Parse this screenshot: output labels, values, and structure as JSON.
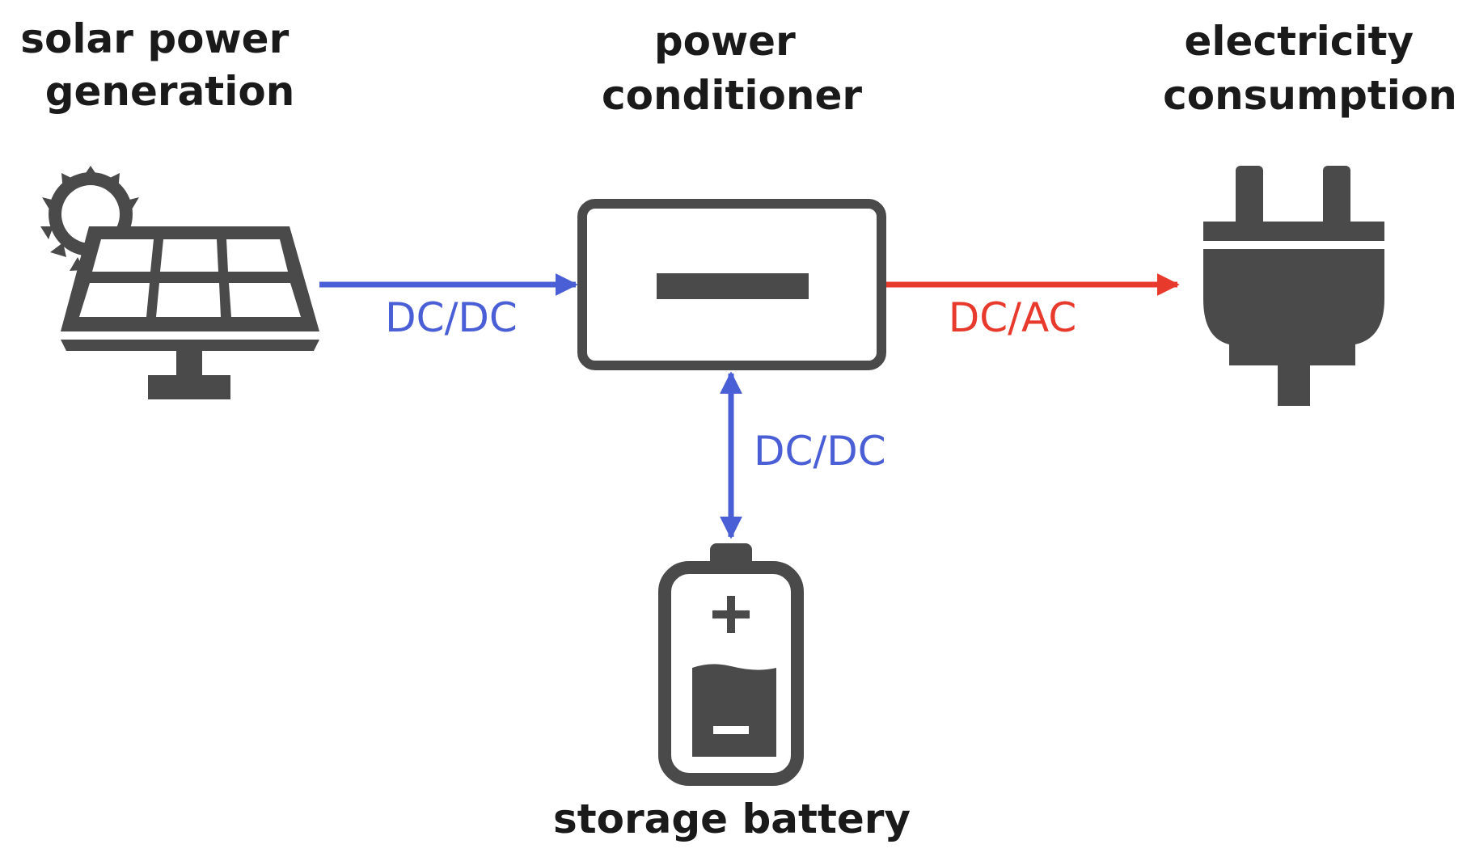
{
  "nodes": {
    "solar": {
      "label_line1": "solar power",
      "label_line2": "generation",
      "icon": "solar-panel-icon"
    },
    "conditioner": {
      "label_line1": "power",
      "label_line2": "conditioner",
      "icon": "power-conditioner-icon"
    },
    "consumption": {
      "label_line1": "electricity",
      "label_line2": "consumption",
      "icon": "power-plug-icon"
    },
    "battery": {
      "label": "storage battery",
      "icon": "battery-icon"
    }
  },
  "edges": {
    "solar_to_conditioner": {
      "label": "DC/DC",
      "color": "#4a5fd6"
    },
    "conditioner_to_consumption": {
      "label": "DC/AC",
      "color": "#e83a2c"
    },
    "conditioner_battery": {
      "label": "DC/DC",
      "color": "#4a5fd6"
    }
  },
  "colors": {
    "icon": "#4a4a4a",
    "text": "#1a1a1a"
  }
}
